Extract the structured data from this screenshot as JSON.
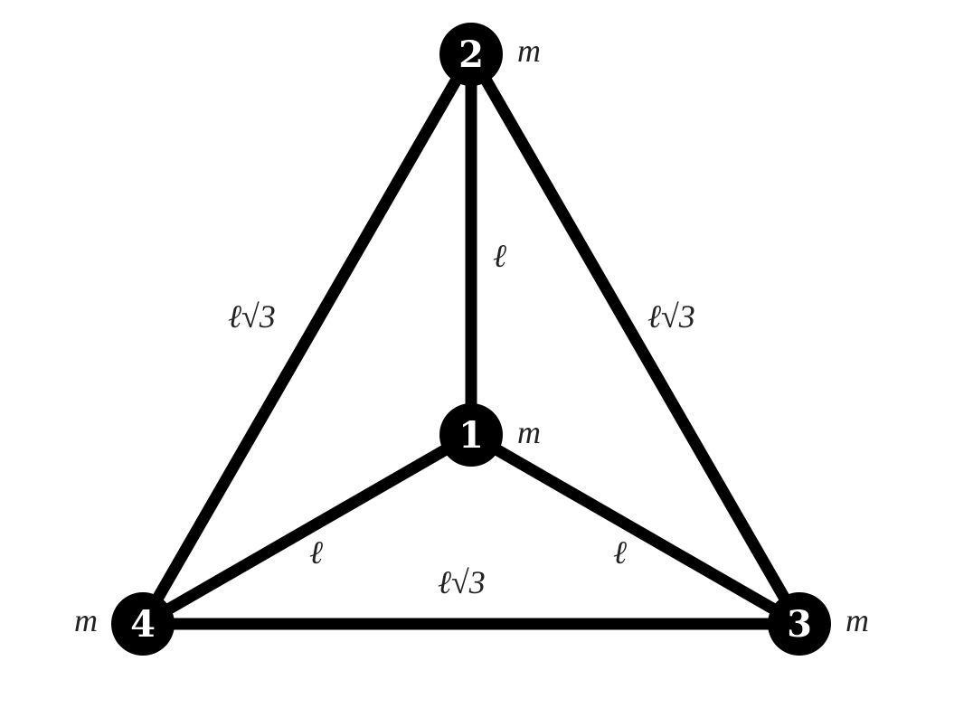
{
  "colors": {
    "edge": "#000000",
    "node": "#000000",
    "node_text": "#ffffff",
    "label": "#222222"
  },
  "nodes": [
    {
      "id": "1",
      "label": "1",
      "mass": "m"
    },
    {
      "id": "2",
      "label": "2",
      "mass": "m"
    },
    {
      "id": "3",
      "label": "3",
      "mass": "m"
    },
    {
      "id": "4",
      "label": "4",
      "mass": "m"
    }
  ],
  "edges": [
    {
      "from": "1",
      "to": "2",
      "length": "ℓ"
    },
    {
      "from": "1",
      "to": "3",
      "length": "ℓ"
    },
    {
      "from": "1",
      "to": "4",
      "length": "ℓ"
    },
    {
      "from": "2",
      "to": "3",
      "length": "ℓ√3"
    },
    {
      "from": "2",
      "to": "4",
      "length": "ℓ√3"
    },
    {
      "from": "3",
      "to": "4",
      "length": "ℓ√3"
    }
  ]
}
